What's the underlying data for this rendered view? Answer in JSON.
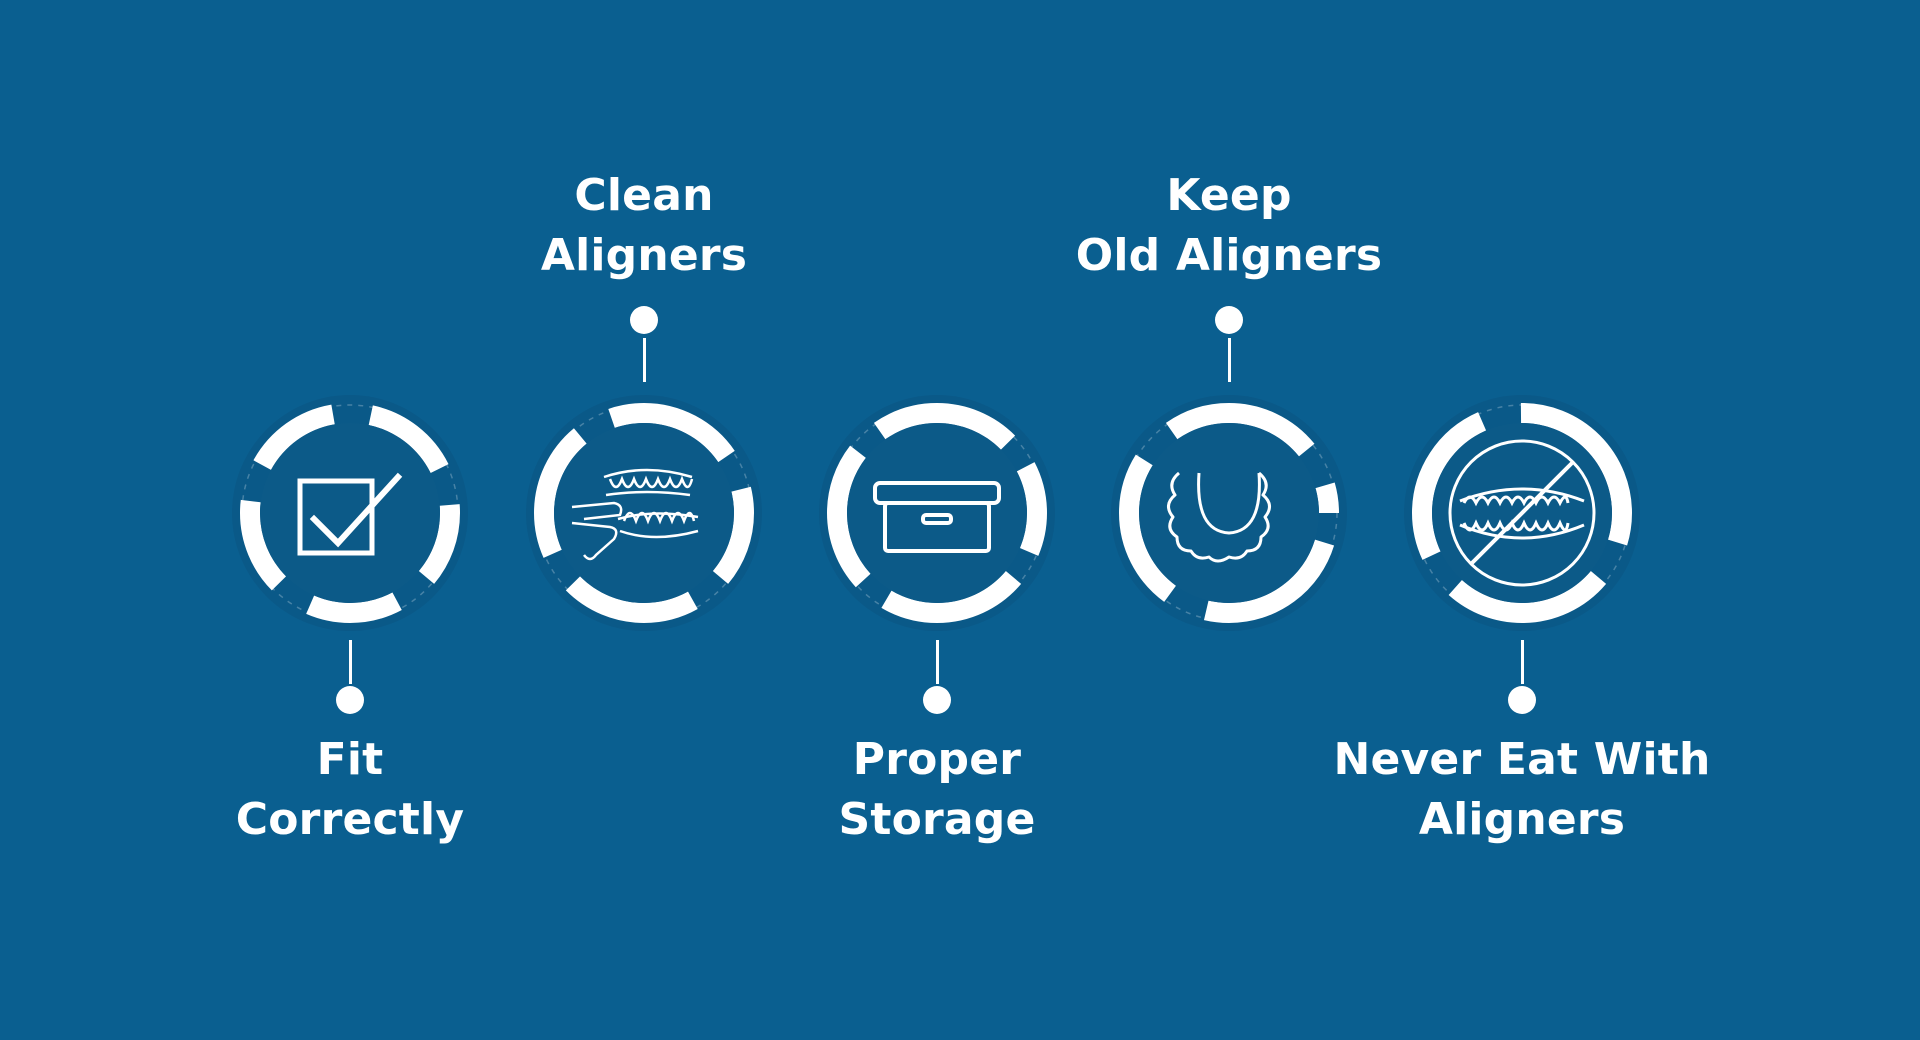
{
  "steps": [
    {
      "label_lines": [
        "Fit",
        "Correctly"
      ],
      "icon": "checkbox-check-icon",
      "label_position": "bottom"
    },
    {
      "label_lines": [
        "Clean",
        "Aligners"
      ],
      "icon": "finger-cleaning-aligner-icon",
      "label_position": "top"
    },
    {
      "label_lines": [
        "Proper",
        "Storage"
      ],
      "icon": "storage-box-icon",
      "label_position": "bottom"
    },
    {
      "label_lines": [
        "Keep",
        "Old Aligners"
      ],
      "icon": "single-aligner-icon",
      "label_position": "top"
    },
    {
      "label_lines": [
        "Never Eat With",
        "Aligners"
      ],
      "icon": "no-eating-aligner-icon",
      "label_position": "bottom"
    }
  ],
  "colors": {
    "background": "#0a5f90",
    "inner_disc": "#0c5a88",
    "ring": "#ffffff",
    "ring_shadow": "#0b5482",
    "icon_stroke": "#ffffff"
  }
}
